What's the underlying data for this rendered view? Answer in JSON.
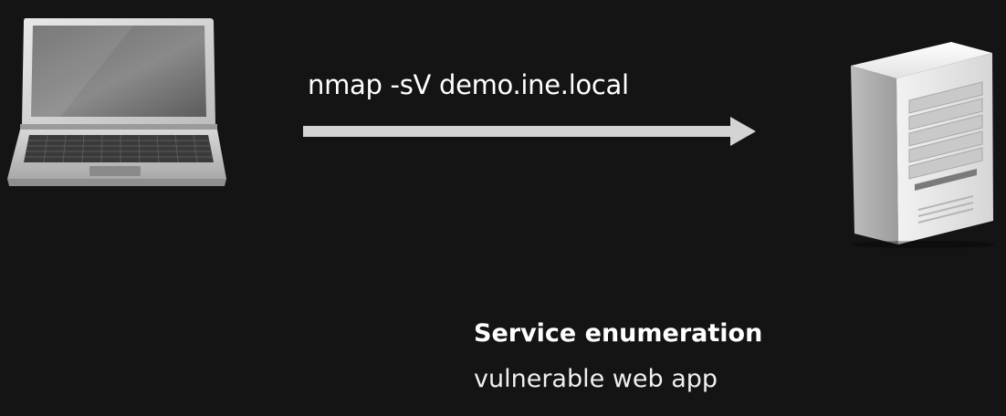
{
  "diagram": {
    "command": "nmap -sV demo.ine.local",
    "caption_title": "Service enumeration",
    "caption_subtitle": "vulnerable web app",
    "source_icon": "laptop-icon",
    "target_icon": "server-icon",
    "colors": {
      "background": "#141414",
      "arrow": "#d4d4d4",
      "text": "#ffffff"
    }
  }
}
